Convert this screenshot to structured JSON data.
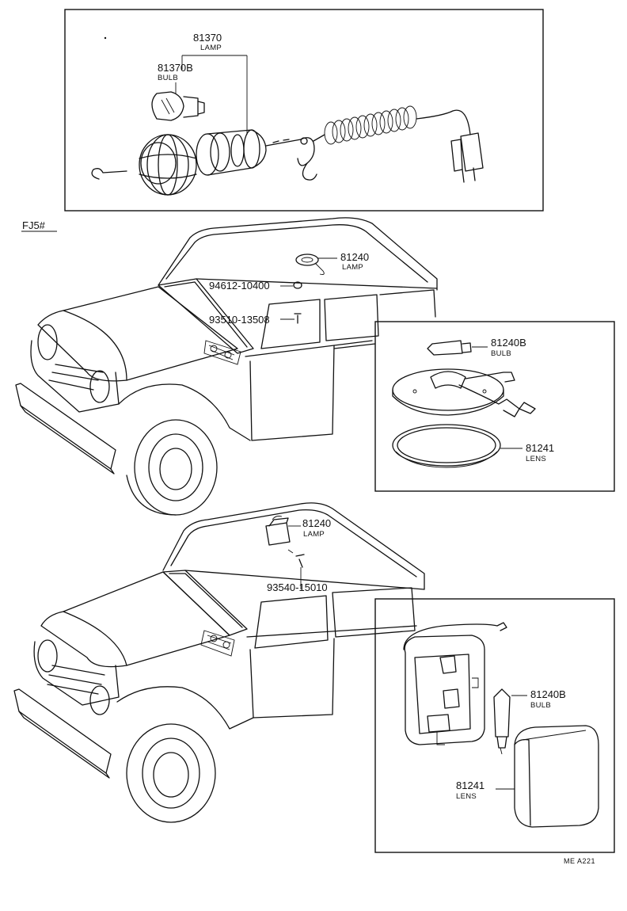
{
  "header": {
    "variant_label": "FJ5#"
  },
  "parts": {
    "p81370": {
      "number": "81370",
      "name": "LAMP"
    },
    "p81370b": {
      "number": "81370B",
      "name": "BULB"
    },
    "p81240_top": {
      "number": "81240",
      "name": "LAMP"
    },
    "p94612": {
      "number": "94612-10400"
    },
    "p93510": {
      "number": "93510-13508"
    },
    "p81240b_top": {
      "number": "81240B",
      "name": "BULB"
    },
    "p81241_top": {
      "number": "81241",
      "name": "LENS"
    },
    "p81240_bottom": {
      "number": "81240",
      "name": "LAMP"
    },
    "p93540": {
      "number": "93540-15010"
    },
    "p81240b_bottom": {
      "number": "81240B",
      "name": "BULB"
    },
    "p81241_bottom": {
      "number": "81241",
      "name": "LENS"
    }
  },
  "footer": {
    "reference": "ME  A221"
  }
}
